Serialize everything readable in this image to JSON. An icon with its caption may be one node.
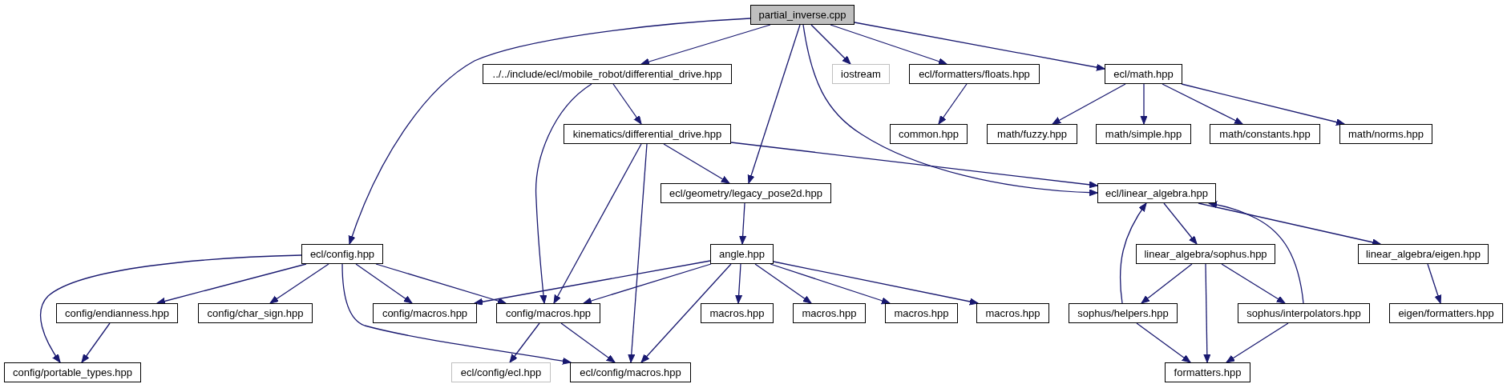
{
  "diagram": {
    "nodes": [
      {
        "text": [
          "partial_inverse.cpp"
        ]
      },
      {
        "text": [
          "../../include/ecl/mobile_robot/differential_drive.hpp"
        ]
      },
      {
        "text": [
          "iostream"
        ]
      },
      {
        "text": [
          "ecl/formatters/floats.hpp"
        ]
      },
      {
        "text": [
          "ecl/math.hpp"
        ]
      },
      {
        "text": [
          "kinematics/differential_drive.hpp"
        ]
      },
      {
        "text": [
          "common.hpp"
        ]
      },
      {
        "text": [
          "math/fuzzy.hpp"
        ]
      },
      {
        "text": [
          "math/simple.hpp"
        ]
      },
      {
        "text": [
          "math/constants.hpp"
        ]
      },
      {
        "text": [
          "math/norms.hpp"
        ]
      },
      {
        "text": [
          "ecl/geometry/legacy_pose2d.hpp"
        ]
      },
      {
        "text": [
          "ecl/linear_algebra.hpp"
        ]
      },
      {
        "text": [
          "ecl/config.hpp"
        ]
      },
      {
        "text": [
          "angle.hpp"
        ]
      },
      {
        "text": [
          "linear_algebra/sophus.hpp"
        ]
      },
      {
        "text": [
          "linear_algebra/eigen.hpp"
        ]
      },
      {
        "text": [
          "config/endianness.hpp"
        ]
      },
      {
        "text": [
          "config/char_sign.hpp"
        ]
      },
      {
        "text": [
          "config/macros.hpp"
        ]
      },
      {
        "text": [
          "config/macros.hpp"
        ]
      },
      {
        "text": [
          "macros.hpp"
        ]
      },
      {
        "text": [
          "macros.hpp"
        ]
      },
      {
        "text": [
          "macros.hpp"
        ]
      },
      {
        "text": [
          "macros.hpp"
        ]
      },
      {
        "text": [
          "sophus/helpers.hpp"
        ]
      },
      {
        "text": [
          "sophus/interpolators.hpp"
        ]
      },
      {
        "text": [
          "eigen/formatters.hpp"
        ]
      },
      {
        "text": [
          "config/portable_types.hpp"
        ]
      },
      {
        "text": [
          "ecl/config/ecl.hpp"
        ]
      },
      {
        "text": [
          "ecl/config/macros.hpp"
        ]
      },
      {
        "text": [
          "formatters.hpp"
        ]
      }
    ],
    "edges": [
      {
        "from": 0,
        "to": 13,
        "arrow": "to"
      },
      {
        "from": 0,
        "to": 1,
        "arrow": "to"
      },
      {
        "from": 0,
        "to": 11,
        "arrow": "to"
      },
      {
        "from": 0,
        "to": 12,
        "arrow": "to"
      },
      {
        "from": 0,
        "to": 2,
        "arrow": "to"
      },
      {
        "from": 0,
        "to": 3,
        "arrow": "to"
      },
      {
        "from": 0,
        "to": 4,
        "arrow": "to"
      },
      {
        "from": 1,
        "to": 5,
        "arrow": "to"
      },
      {
        "from": 1,
        "to": 20,
        "arrow": "to"
      },
      {
        "from": 3,
        "to": 6,
        "arrow": "to"
      },
      {
        "from": 4,
        "to": 7,
        "arrow": "to"
      },
      {
        "from": 4,
        "to": 8,
        "arrow": "to"
      },
      {
        "from": 4,
        "to": 9,
        "arrow": "to"
      },
      {
        "from": 4,
        "to": 10,
        "arrow": "to"
      },
      {
        "from": 5,
        "to": 11,
        "arrow": "to"
      },
      {
        "from": 5,
        "to": 12,
        "arrow": "to"
      },
      {
        "from": 5,
        "to": 20,
        "arrow": "to"
      },
      {
        "from": 5,
        "to": 30,
        "arrow": "to"
      },
      {
        "from": 11,
        "to": 14,
        "arrow": "to"
      },
      {
        "from": 12,
        "to": 15,
        "arrow": "to"
      },
      {
        "from": 12,
        "to": 16,
        "arrow": "to"
      },
      {
        "from": 13,
        "to": 28,
        "arrow": "to"
      },
      {
        "from": 13,
        "to": 17,
        "arrow": "to"
      },
      {
        "from": 13,
        "to": 18,
        "arrow": "to"
      },
      {
        "from": 13,
        "to": 19,
        "arrow": "to"
      },
      {
        "from": 13,
        "to": 20,
        "arrow": "to"
      },
      {
        "from": 13,
        "to": 30,
        "arrow": "to"
      },
      {
        "from": 14,
        "to": 19,
        "arrow": "to"
      },
      {
        "from": 14,
        "to": 20,
        "arrow": "to"
      },
      {
        "from": 14,
        "to": 30,
        "arrow": "to"
      },
      {
        "from": 14,
        "to": 21,
        "arrow": "to"
      },
      {
        "from": 14,
        "to": 22,
        "arrow": "to"
      },
      {
        "from": 14,
        "to": 23,
        "arrow": "to"
      },
      {
        "from": 14,
        "to": 24,
        "arrow": "to"
      },
      {
        "from": 17,
        "to": 28,
        "arrow": "to"
      },
      {
        "from": 20,
        "to": 29,
        "arrow": "to"
      },
      {
        "from": 20,
        "to": 30,
        "arrow": "to"
      },
      {
        "from": 15,
        "to": 25,
        "arrow": "to"
      },
      {
        "from": 15,
        "to": 31,
        "arrow": "to"
      },
      {
        "from": 15,
        "to": 26,
        "arrow": "to"
      },
      {
        "from": 25,
        "to": 12,
        "arrow": "to"
      },
      {
        "from": 25,
        "to": 31,
        "arrow": "to"
      },
      {
        "from": 26,
        "to": 12,
        "arrow": "to"
      },
      {
        "from": 16,
        "to": 27,
        "arrow": "to"
      },
      {
        "from": 26,
        "to": 31,
        "arrow": "to"
      }
    ]
  }
}
